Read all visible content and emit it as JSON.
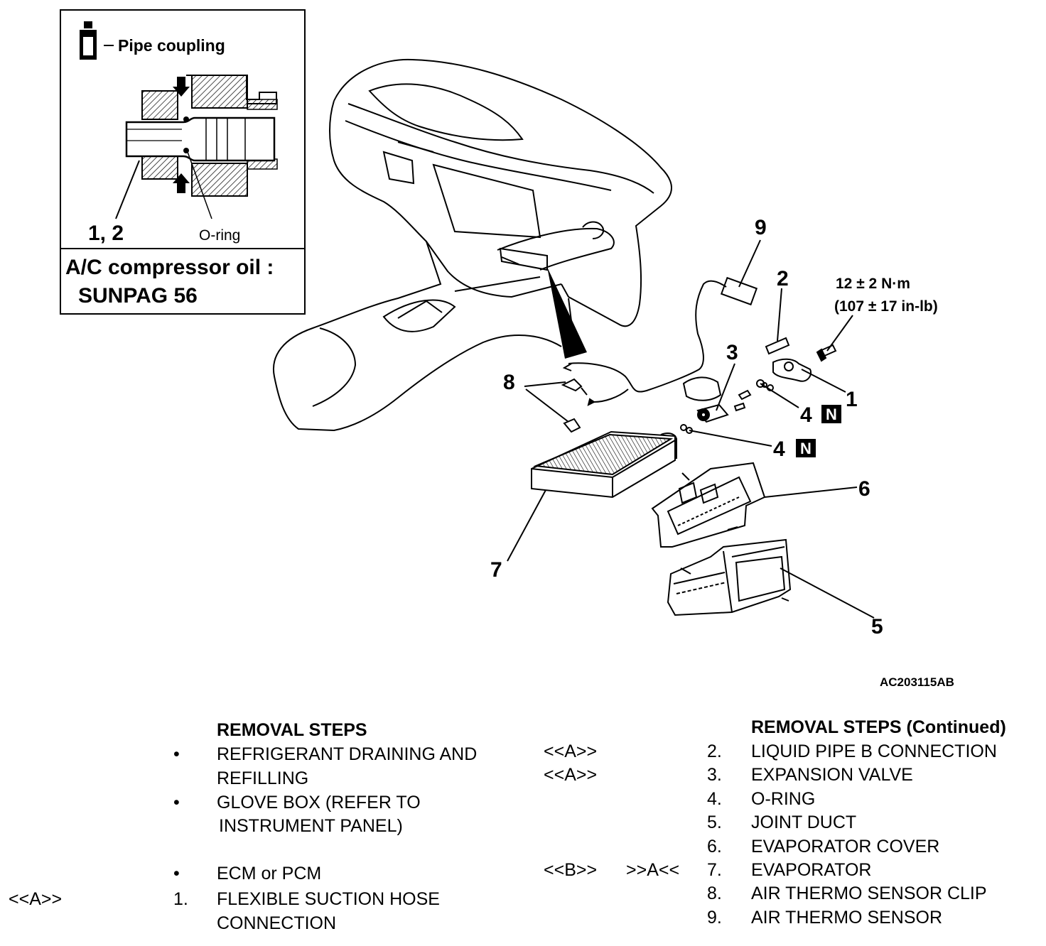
{
  "inset": {
    "pipe_coupling_label": "Pipe coupling",
    "part_ref": "1, 2",
    "oring_label": "O-ring",
    "oil_line1": "A/C compressor oil :",
    "oil_line2": "SUNPAG 56"
  },
  "callouts": {
    "c1": "1",
    "c2": "2",
    "c3": "3",
    "c4a": "4",
    "c4b": "4",
    "c5": "5",
    "c6": "6",
    "c7": "7",
    "c8": "8",
    "c9": "9",
    "new_part_badge": "N"
  },
  "torque": {
    "line1": "12 ± 2 N·m",
    "line2": "(107 ± 17 in-lb)"
  },
  "figure_code": "AC203115AB",
  "removal_left": {
    "title": "REMOVAL STEPS",
    "items": [
      {
        "marker": "•",
        "num": "",
        "tag": "",
        "line1": "REFRIGERANT DRAINING AND",
        "line2": "REFILLING"
      },
      {
        "marker": "•",
        "num": "",
        "tag": "",
        "line1": "GLOVE BOX (REFER TO",
        "line2": "INSTRUMENT PANEL)"
      },
      {
        "marker": "•",
        "num": "",
        "tag": "",
        "line1": "ECM or PCM",
        "line2": ""
      },
      {
        "marker": "",
        "num": "1.",
        "tag": "<<A>>",
        "line1": "FLEXIBLE SUCTION HOSE",
        "line2": "CONNECTION"
      }
    ]
  },
  "removal_right": {
    "title": "REMOVAL STEPS (Continued)",
    "items": [
      {
        "tag": "<<A>>",
        "tag2": "",
        "num": "2.",
        "label": "LIQUID PIPE B CONNECTION"
      },
      {
        "tag": "<<A>>",
        "tag2": "",
        "num": "3.",
        "label": "EXPANSION VALVE"
      },
      {
        "tag": "",
        "tag2": "",
        "num": "4.",
        "label": "O-RING"
      },
      {
        "tag": "",
        "tag2": "",
        "num": "5.",
        "label": "JOINT DUCT"
      },
      {
        "tag": "",
        "tag2": "",
        "num": "6.",
        "label": "EVAPORATOR COVER"
      },
      {
        "tag": "<<B>>",
        "tag2": ">>A<<",
        "num": "7.",
        "label": "EVAPORATOR"
      },
      {
        "tag": "",
        "tag2": "",
        "num": "8.",
        "label": "AIR THERMO SENSOR CLIP"
      },
      {
        "tag": "",
        "tag2": "",
        "num": "9.",
        "label": "AIR THERMO SENSOR"
      }
    ]
  }
}
